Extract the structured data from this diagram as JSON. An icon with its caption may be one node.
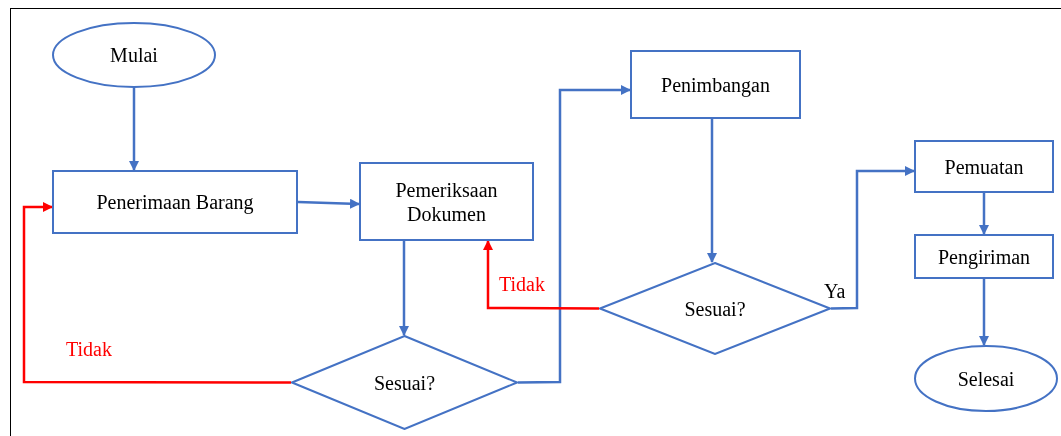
{
  "diagram": {
    "nodes": [
      {
        "text": [
          "Mulai"
        ]
      },
      {
        "text": [
          "Penerimaan Barang"
        ]
      },
      {
        "text": [
          "Pemeriksaan Dokumen"
        ]
      },
      {
        "text": [
          "Sesuai?"
        ]
      },
      {
        "text": [
          "Penimbangan"
        ]
      },
      {
        "text": [
          "Sesuai?"
        ]
      },
      {
        "text": [
          "Pemuatan"
        ]
      },
      {
        "text": [
          "Pengiriman"
        ]
      },
      {
        "text": [
          "Selesai"
        ]
      }
    ],
    "edges": [
      {
        "from": 0,
        "to": 1,
        "arrow": "to"
      },
      {
        "from": 1,
        "to": 2,
        "arrow": "to"
      },
      {
        "from": 2,
        "to": 3,
        "arrow": "to"
      },
      {
        "from": 3,
        "to": 4,
        "arrow": "to"
      },
      {
        "from": 3,
        "to": 1,
        "arrow": "to",
        "label": "Tidak",
        "color": "#ff0000"
      },
      {
        "from": 4,
        "to": 5,
        "arrow": "to"
      },
      {
        "from": 5,
        "to": 2,
        "arrow": "to",
        "label": "Tidak",
        "color": "#ff0000"
      },
      {
        "from": 5,
        "to": 6,
        "arrow": "to",
        "label": "Ya"
      },
      {
        "from": 6,
        "to": 7,
        "arrow": "to"
      },
      {
        "from": 7,
        "to": 8,
        "arrow": "to"
      }
    ]
  }
}
